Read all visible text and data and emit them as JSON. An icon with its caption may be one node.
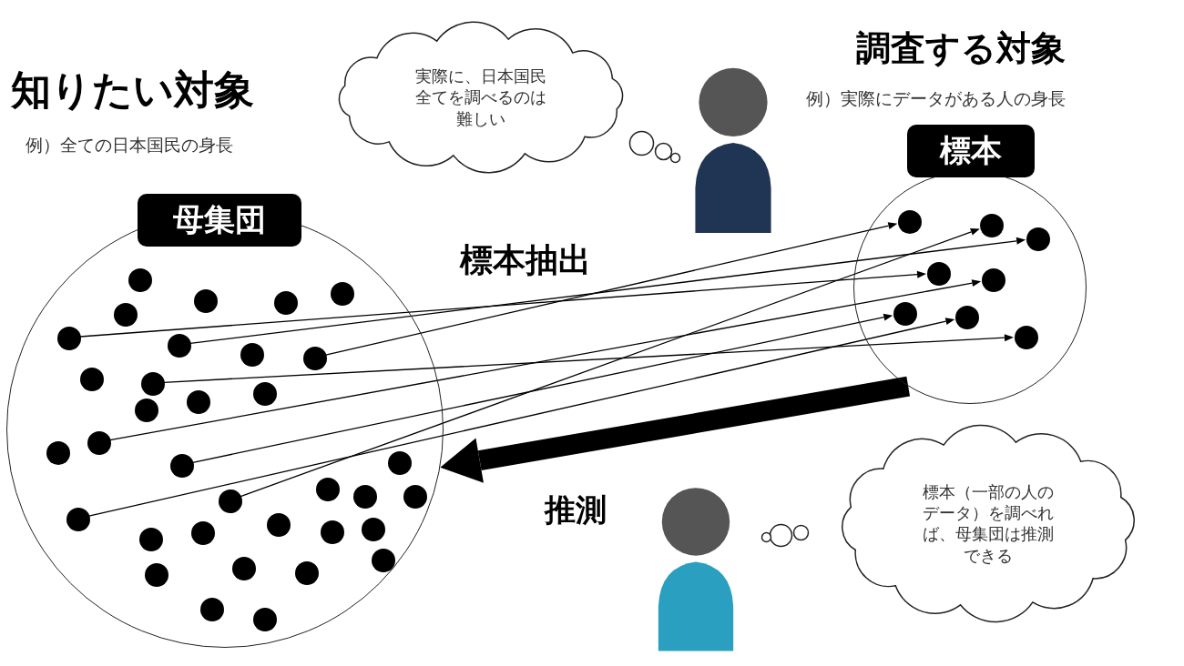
{
  "diagram": {
    "nodes": [
      {
        "text": [
          "母集団"
        ]
      },
      {
        "text": [],
        "shape": "circle",
        "in": 0
      },
      {
        "text": [],
        "shape": "circle",
        "in": 0
      },
      {
        "text": [],
        "shape": "circle",
        "in": 0
      },
      {
        "text": [],
        "shape": "circle",
        "in": 0
      },
      {
        "text": [],
        "shape": "circle",
        "in": 0
      },
      {
        "text": [],
        "shape": "circle",
        "in": 0
      },
      {
        "text": [],
        "shape": "circle",
        "in": 0
      },
      {
        "text": [],
        "shape": "circle",
        "in": 0
      },
      {
        "text": [],
        "shape": "circle",
        "in": 0
      },
      {
        "text": [],
        "shape": "circle",
        "in": 0
      },
      {
        "text": [],
        "shape": "circle",
        "in": 0
      },
      {
        "text": [],
        "shape": "circle",
        "in": 0
      },
      {
        "text": [],
        "shape": "circle",
        "in": 0
      },
      {
        "text": [],
        "shape": "circle",
        "in": 0
      },
      {
        "text": [],
        "shape": "circle",
        "in": 0
      },
      {
        "text": [],
        "shape": "circle",
        "in": 0
      },
      {
        "text": [],
        "shape": "circle",
        "in": 0
      },
      {
        "text": [],
        "shape": "circle",
        "in": 0
      },
      {
        "text": [],
        "shape": "circle",
        "in": 0
      },
      {
        "text": [],
        "shape": "circle",
        "in": 0
      },
      {
        "text": [],
        "shape": "circle",
        "in": 0
      },
      {
        "text": [],
        "shape": "circle",
        "in": 0
      },
      {
        "text": [],
        "shape": "circle",
        "in": 0
      },
      {
        "text": [],
        "shape": "circle",
        "in": 0
      },
      {
        "text": [],
        "shape": "circle",
        "in": 0
      },
      {
        "text": [],
        "shape": "circle",
        "in": 0
      },
      {
        "text": [],
        "shape": "circle",
        "in": 0
      },
      {
        "text": [],
        "shape": "circle",
        "in": 0
      },
      {
        "text": [],
        "shape": "circle",
        "in": 0
      },
      {
        "text": [],
        "shape": "circle",
        "in": 0
      },
      {
        "text": [],
        "shape": "circle",
        "in": 0
      },
      {
        "text": [],
        "shape": "circle",
        "in": 0
      },
      {
        "text": [],
        "shape": "circle",
        "in": 0
      },
      {
        "text": [],
        "shape": "circle",
        "in": 0
      },
      {
        "text": [
          "標本"
        ]
      },
      {
        "text": [],
        "shape": "circle",
        "in": 35
      },
      {
        "text": [],
        "shape": "circle",
        "in": 35
      },
      {
        "text": [],
        "shape": "circle",
        "in": 35
      },
      {
        "text": [],
        "shape": "circle",
        "in": 35
      },
      {
        "text": [],
        "shape": "circle",
        "in": 35
      },
      {
        "text": [],
        "shape": "circle",
        "in": 35
      },
      {
        "text": [],
        "shape": "circle",
        "in": 35
      },
      {
        "text": [],
        "shape": "circle",
        "in": 35
      },
      {
        "text": [
          "実際に、日本国民全てを調べるのは難しい"
        ]
      },
      {
        "text": [],
        "shape": "person"
      },
      {
        "text": [],
        "shape": "person"
      },
      {
        "text": [
          "標本（一部の人のデータ）を調べれば、母集団は推測できる"
        ]
      }
    ],
    "edges": [
      {
        "from": 5,
        "to": 38,
        "arrow": "to"
      },
      {
        "from": 7,
        "to": 39,
        "arrow": "to"
      },
      {
        "from": 9,
        "to": 36,
        "arrow": "to"
      },
      {
        "from": 11,
        "to": 43,
        "arrow": "to"
      },
      {
        "from": 19,
        "to": 40,
        "arrow": "to"
      },
      {
        "from": 21,
        "to": 41,
        "arrow": "to"
      },
      {
        "from": 22,
        "to": 37,
        "arrow": "to"
      },
      {
        "from": 26,
        "to": 42,
        "arrow": "to"
      },
      {
        "from": 35,
        "to": 0,
        "arrow": "to",
        "style": "thick",
        "label": "推測"
      }
    ],
    "labels": [
      "知りたい対象",
      "例）全ての日本国民の身長",
      "調査する対象",
      "例）実際にデータがある人の身長",
      "標本抽出"
    ]
  }
}
